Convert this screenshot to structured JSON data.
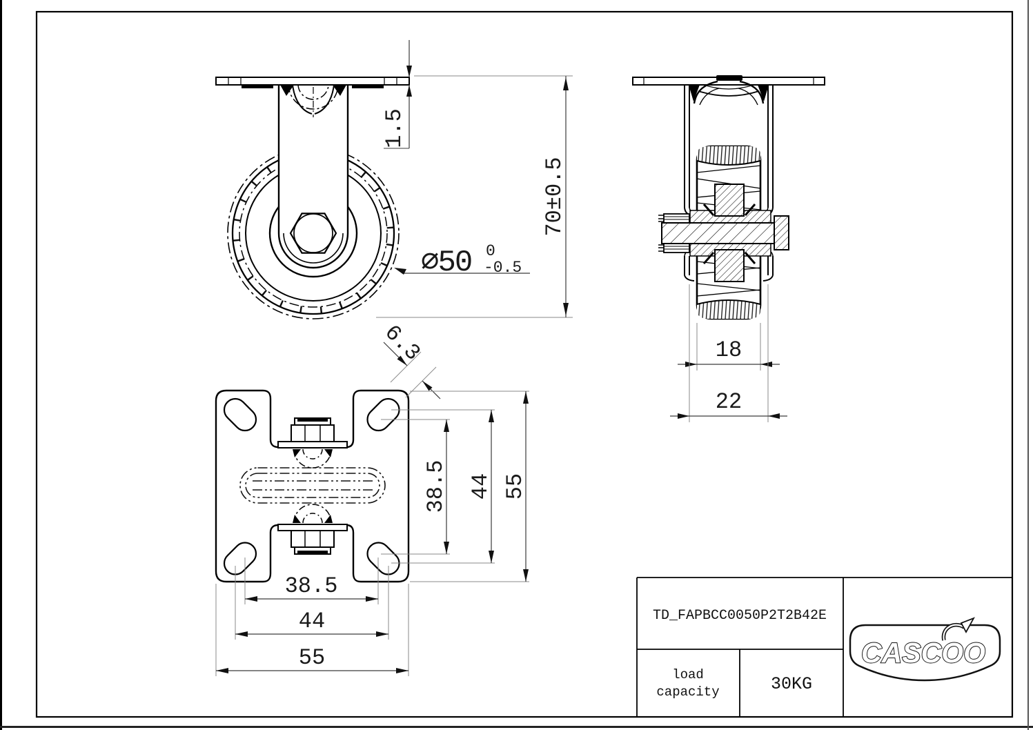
{
  "drawing_type": "caster-technical-drawing",
  "dims": {
    "plate_thickness": "1.5",
    "overall_height": "70±0.5",
    "wheel_diameter": "∅50",
    "wheel_diameter_tol_upper": "0",
    "wheel_diameter_tol_lower": "-0.5",
    "wheel_width": "18",
    "fork_width": "22",
    "slot_width": "6.3",
    "hole_spacing_min": "38.5",
    "hole_spacing_max": "44",
    "plate_size": "55"
  },
  "title_block": {
    "part_number": "TD_FAPBCC0050P2T2B42E",
    "load_label_line1": "load",
    "load_label_line2": "capacity",
    "load_value": "30KG",
    "brand": "CASCOO"
  },
  "colors": {
    "line": "#000000",
    "dim_line": "#3a3a3a",
    "witness_line": "#8a8a8a",
    "background": "#ffffff"
  }
}
